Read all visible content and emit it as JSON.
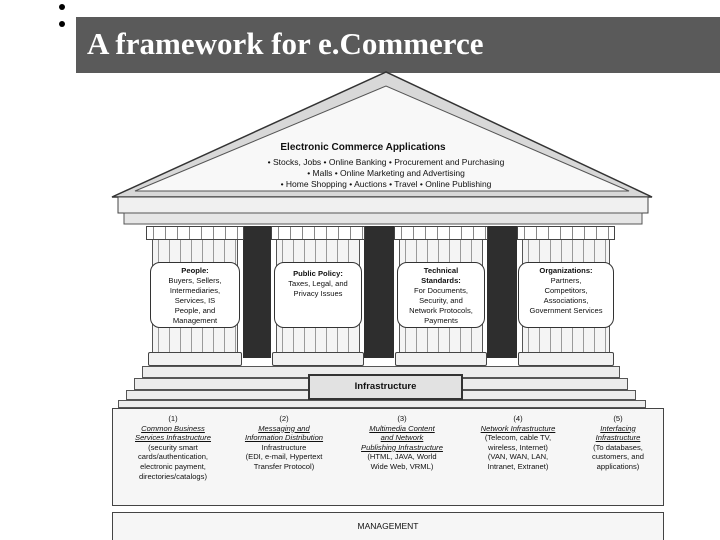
{
  "slide": {
    "title": "A framework for e.Commerce",
    "bullet_count": 2
  },
  "roof": {
    "title": "Electronic Commerce Applications",
    "lines": [
      "• Stocks, Jobs • Online Banking • Procurement and Purchasing",
      "• Malls • Online Marketing and Advertising",
      "• Home Shopping • Auctions • Travel • Online Publishing"
    ]
  },
  "pillars": [
    {
      "heading": "People:",
      "body": [
        "Buyers, Sellers,",
        "Intermediaries,",
        "Services, IS",
        "People, and",
        "Management"
      ]
    },
    {
      "heading": "Public Policy:",
      "body": [
        "Taxes, Legal, and",
        "Privacy Issues"
      ]
    },
    {
      "heading": "Technical",
      "heading2": "Standards:",
      "body": [
        "For Documents,",
        "Security, and",
        "Network Protocols,",
        "Payments"
      ]
    },
    {
      "heading": "Organizations:",
      "body": [
        "Partners,",
        "Competitors,",
        "Associations,",
        "Government Services"
      ]
    }
  ],
  "infrastructure": {
    "label": "Infrastructure"
  },
  "infrastructure_items": [
    {
      "num": "(1)",
      "heading": [
        "Common Business",
        "Services Infrastructure"
      ],
      "body": [
        "(security smart",
        "cards/authentication,",
        "electronic payment,",
        "directories/catalogs)"
      ]
    },
    {
      "num": "(2)",
      "heading": [
        "Messaging and",
        "Information Distribution"
      ],
      "body": [
        "Infrastructure",
        "(EDI, e-mail, Hypertext",
        "Transfer Protocol)"
      ]
    },
    {
      "num": "(3)",
      "heading": [
        "Multimedia Content",
        "and Network",
        "Publishing Infrastructure"
      ],
      "body": [
        "(HTML, JAVA, World",
        "Wide Web, VRML)"
      ]
    },
    {
      "num": "(4)",
      "heading": [
        "Network Infrastructure"
      ],
      "body": [
        "(Telecom, cable TV,",
        "wireless, Internet)",
        "(VAN, WAN, LAN,",
        "Intranet, Extranet)"
      ]
    },
    {
      "num": "(5)",
      "heading": [
        "Interfacing",
        "Infrastructure"
      ],
      "body": [
        "(To databases,",
        "customers, and",
        "applications)"
      ]
    }
  ],
  "management": {
    "label": "MANAGEMENT"
  }
}
